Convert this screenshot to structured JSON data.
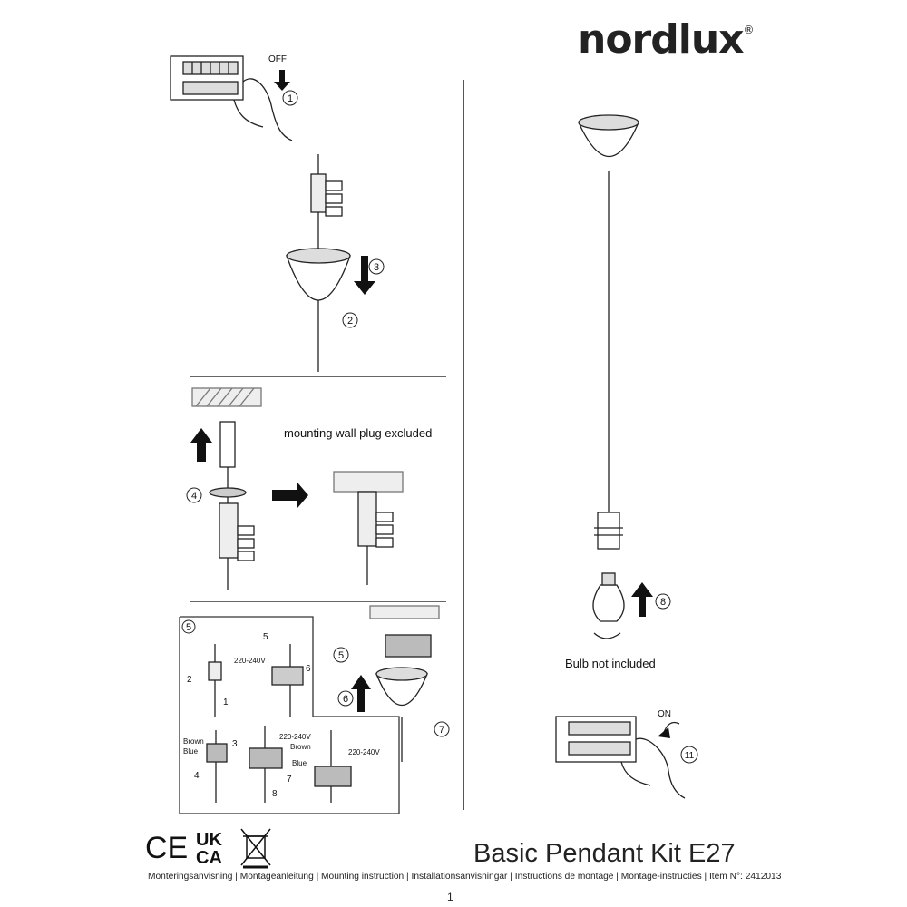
{
  "brand": {
    "name": "nordlux",
    "registered": "®"
  },
  "steps": {
    "s1": "1",
    "s2": "2",
    "s3": "3",
    "s4": "4",
    "s5": "5",
    "s6": "6",
    "s7": "7",
    "s8": "8",
    "s11": "11"
  },
  "labels": {
    "off": "OFF",
    "on": "ON",
    "wall_plug": "mounting wall plug excluded",
    "bulb": "Bulb not included"
  },
  "detail": {
    "n1": "1",
    "n2": "2",
    "n3": "3",
    "n4": "4",
    "n5": "5",
    "n6": "6",
    "n7": "7",
    "n8": "8",
    "voltage_a": "220-240V",
    "voltage_b": "220-240V",
    "voltage_c": "220-240V",
    "brown_a": "Brown",
    "blue_a": "Blue",
    "brown_b": "Brown",
    "blue_b": "Blue"
  },
  "marks": {
    "ce": "CE",
    "ukca_top": "UK",
    "ukca_bottom": "CA",
    "weee": "weee-bin-icon"
  },
  "footer": {
    "title": "Basic Pendant Kit E27",
    "subtitle": "Monteringsanvisning | Montageanleitung | Mounting instruction | Installationsanvisningar | Instructions de montage | Montage-instructies | Item N°: 2412013",
    "page": "1"
  }
}
